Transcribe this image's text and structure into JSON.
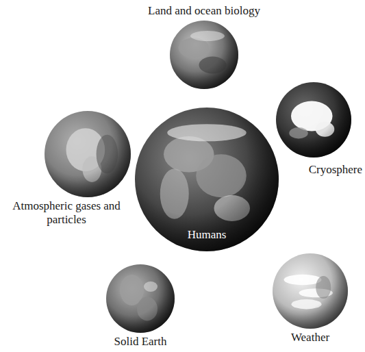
{
  "diagram": {
    "nodes": [
      {
        "text": [
          "Land and ocean biology"
        ]
      },
      {
        "text": [
          "Atmospheric gases and particles"
        ]
      },
      {
        "text": [
          "Humans"
        ]
      },
      {
        "text": [
          "Cryosphere"
        ]
      },
      {
        "text": [
          "Solid Earth"
        ]
      },
      {
        "text": [
          "Weather"
        ]
      }
    ]
  }
}
